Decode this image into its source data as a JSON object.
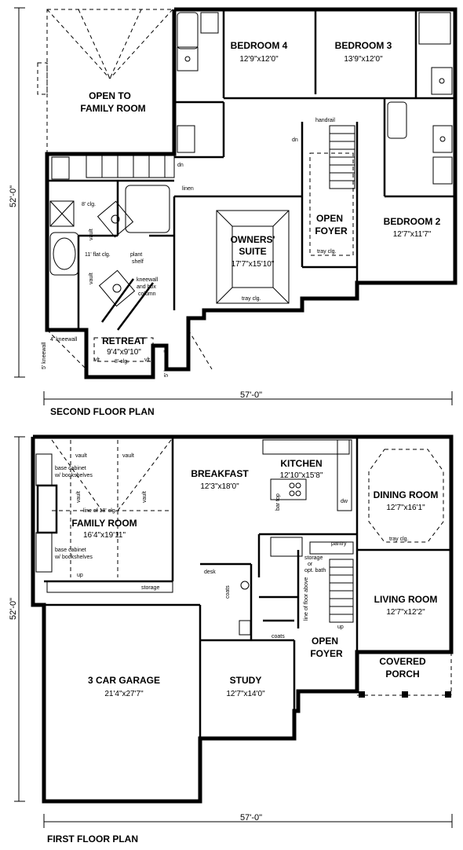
{
  "second_floor": {
    "title": "SECOND FLOOR PLAN",
    "width_dim": "57'-0\"",
    "depth_dim": "52'-0\"",
    "rooms": {
      "open_to_family": {
        "name_1": "OPEN TO",
        "name_2": "FAMILY ROOM"
      },
      "bedroom4": {
        "name": "BEDROOM 4",
        "size": "12'9\"x12'0\""
      },
      "bedroom3": {
        "name": "BEDROOM 3",
        "size": "13'9\"x12'0\""
      },
      "bedroom2": {
        "name": "BEDROOM 2",
        "size": "12'7\"x11'7\""
      },
      "owners_suite": {
        "name_1": "OWNERS'",
        "name_2": "SUITE",
        "size": "17'7\"x15'10\""
      },
      "open_foyer": {
        "name_1": "OPEN",
        "name_2": "FOYER"
      },
      "retreat": {
        "name": "RETREAT",
        "size": "9'4\"x9'10\""
      }
    },
    "notes": {
      "handrail": "handrail",
      "dn": "dn",
      "linen": "linen",
      "clg8": "8' clg.",
      "flat_clg": "11' flat clg.",
      "vault": "vault",
      "plant_shelf_1": "plant",
      "plant_shelf_2": "shelf",
      "kneewall_1": "kneewall",
      "kneewall_2": "and box",
      "kneewall_3": "column",
      "tray_clg": "tray clg.",
      "knee4": "4' kneewall",
      "knee5": "5' kneewall",
      "retreat_clg": "8' clg.",
      "vlt": "vlt",
      "tray_foyer": "tray clg."
    }
  },
  "first_floor": {
    "title": "FIRST FLOOR PLAN",
    "width_dim": "57'-0\"",
    "depth_dim": "52'-0\"",
    "rooms": {
      "breakfast": {
        "name": "BREAKFAST",
        "size": "12'3\"x18'0\""
      },
      "kitchen": {
        "name": "KITCHEN",
        "size": "12'10\"x15'8\""
      },
      "dining": {
        "name": "DINING ROOM",
        "size": "12'7\"x16'1\""
      },
      "family": {
        "name": "FAMILY ROOM",
        "size": "16'4\"x19'11\""
      },
      "living": {
        "name": "LIVING ROOM",
        "size": "12'7\"x12'2\""
      },
      "garage": {
        "name": "3 CAR GARAGE",
        "size": "21'4\"x27'7\""
      },
      "study": {
        "name": "STUDY",
        "size": "12'7\"x14'0\""
      },
      "open_foyer": {
        "name_1": "OPEN",
        "name_2": "FOYER"
      },
      "covered_porch": {
        "name_1": "COVERED",
        "name_2": "PORCH"
      }
    },
    "notes": {
      "vault": "vault",
      "base_cab_1": "base cabinet",
      "base_cab_2": "w/ bookshelves",
      "line_clg": "line of 18' clg.",
      "pantry": "pantry",
      "storage_1": "storage",
      "storage_2": "or",
      "storage_3": "opt. bath",
      "up": "up",
      "storage": "storage",
      "desk": "desk",
      "coats": "coats",
      "line_floor": "line of floor above",
      "tray_clg": "tray clg.",
      "bar": "bar top",
      "dw": "dw"
    }
  }
}
